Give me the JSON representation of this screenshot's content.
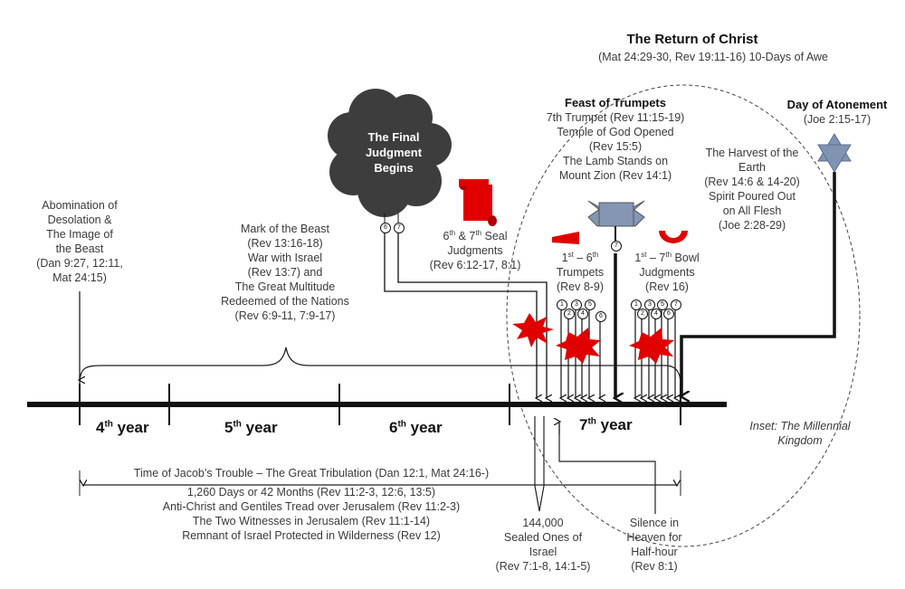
{
  "return_of_christ": {
    "title": "The Return of Christ",
    "ref": "(Mat 24:29-30, Rev 19:11-16) 10-Days of Awe"
  },
  "final_judgment": {
    "line1": "The Final",
    "line2": "Judgment",
    "line3": "Begins"
  },
  "feast_of_trumpets": {
    "title": "Feast of Trumpets",
    "line1": "7th Trumpet (Rev 11:15-19)",
    "line2": "Temple of God Opened",
    "line3": "(Rev 15:5)",
    "line4": "The Lamb Stands on",
    "line5": "Mount Zion (Rev 14:1)"
  },
  "day_of_atonement": {
    "title": "Day of Atonement",
    "ref": "(Joe 2:15-17)"
  },
  "harvest": {
    "line1": "The Harvest of the",
    "line2": "Earth",
    "line3": "(Rev 14:6 & 14-20)",
    "line4": "Spirit Poured Out",
    "line5": "on All Flesh",
    "line6": "(Joe 2:28-29)"
  },
  "abomination": {
    "line1": "Abomination of",
    "line2": "Desolation &",
    "line3": "The Image of",
    "line4": "the Beast",
    "line5": "(Dan 9:27, 12:11,",
    "line6": "Mat 24:15)"
  },
  "mark_of_beast": {
    "line1": "Mark of the Beast",
    "line2": "(Rev 13:16-18)",
    "line3": "War with Israel",
    "line4": "(Rev 13:7) and",
    "line5": "The Great Multitude",
    "line6": "Redeemed of the Nations",
    "line7": "(Rev 6:9-11, 7:9-17)"
  },
  "seal_judgments": {
    "sup": "th",
    "sup2": "th",
    "line1a": "6",
    "line1b": " & 7",
    "line1c": " Seal",
    "line2": "Judgments",
    "line3": "(Rev 6:12-17, 8:1)"
  },
  "trumpets": {
    "a": "1",
    "sup": "st",
    "b": " – 6",
    "sup2": "th",
    "line2": "Trumpets",
    "line3": "(Rev 8-9)"
  },
  "bowls": {
    "a": "1",
    "sup": "st",
    "b": " – 7",
    "sup2": "th",
    "c": " Bowl",
    "line2": "Judgments",
    "line3": "(Rev 16)"
  },
  "years": [
    {
      "num": "4",
      "sup": "th",
      "word": " year"
    },
    {
      "num": "5",
      "sup": "th",
      "word": " year"
    },
    {
      "num": "6",
      "sup": "th",
      "word": " year"
    },
    {
      "num": "7",
      "sup": "th",
      "word": " year"
    }
  ],
  "inset": {
    "line1": "Inset: The Millennial",
    "line2": "Kingdom"
  },
  "tribulation": {
    "line1": "Time of Jacob’s Trouble – The Great Tribulation (Dan 12:1, Mat 24:16-)",
    "line2": "1,260 Days or 42 Months (Rev 11:2-3, 12:6, 13:5)",
    "line3": "Anti-Christ and Gentiles Tread over Jerusalem (Rev 11:2-3)",
    "line4": "The Two Witnesses in Jerusalem (Rev 11:1-14)",
    "line5": "Remnant of Israel Protected in Wilderness (Rev 12)"
  },
  "sealed": {
    "line1": "144,000",
    "line2": "Sealed Ones of",
    "line3": "Israel",
    "line4": "(Rev 7:1-8, 14:1-5)"
  },
  "silence": {
    "line1": "Silence in",
    "line2": "Heaven for",
    "line3": "Half-hour",
    "line4": "(Rev 8:1)"
  },
  "seal_markers": [
    "6",
    "7"
  ],
  "trumpet_markers": [
    "1",
    "2",
    "3",
    "4",
    "5",
    "6"
  ],
  "seventh_trumpet_marker": "7",
  "bowl_markers": [
    "1",
    "2",
    "3",
    "4",
    "5",
    "6",
    "7"
  ],
  "colors": {
    "timeline": "#111111",
    "burst": "#e00000",
    "scroll": "#e00000",
    "cloud": "#3d3d3d",
    "star": "#7f93b3",
    "banner": "#8496b4"
  },
  "icons": [
    "storm-cloud-icon",
    "scroll-icon",
    "trumpet-icon",
    "bowl-icon",
    "banner-icon",
    "star-of-david-icon",
    "explosion-icon"
  ]
}
